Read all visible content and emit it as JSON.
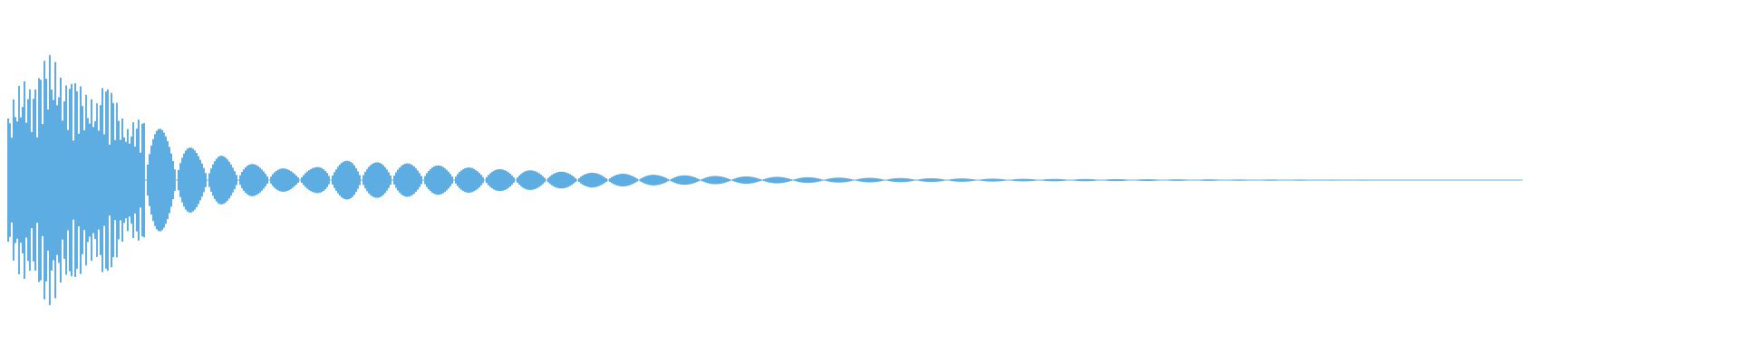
{
  "chart_data": {
    "type": "area",
    "title": "",
    "xlabel": "",
    "ylabel": "",
    "grid": false,
    "legend": "none",
    "ylim": [
      -1,
      1
    ],
    "color": "#5dade2",
    "background": "#ffffff",
    "amplitude_envelope": [
      0.55,
      0.9,
      1.0,
      0.98,
      0.7,
      0.85,
      0.55,
      0.5,
      0.4,
      0.3,
      0.22,
      0.2,
      0.15,
      0.12,
      0.1,
      0.08,
      0.1,
      0.14,
      0.16,
      0.14,
      0.14,
      0.13,
      0.12,
      0.11,
      0.1,
      0.09,
      0.085,
      0.08,
      0.07,
      0.065,
      0.06,
      0.055,
      0.05,
      0.045,
      0.04,
      0.038,
      0.035,
      0.032,
      0.03,
      0.028,
      0.026,
      0.024,
      0.022,
      0.02,
      0.019,
      0.018,
      0.017,
      0.016,
      0.015,
      0.014,
      0.013,
      0.012,
      0.011,
      0.01,
      0.01,
      0.009,
      0.009,
      0.008,
      0.008,
      0.007,
      0.007,
      0.006,
      0.006,
      0.006,
      0.005,
      0.005,
      0.005,
      0.005,
      0.004,
      0.004,
      0.004,
      0.004,
      0.003,
      0.003,
      0.003,
      0.003,
      0.003,
      0.002,
      0.002,
      0.002
    ]
  }
}
